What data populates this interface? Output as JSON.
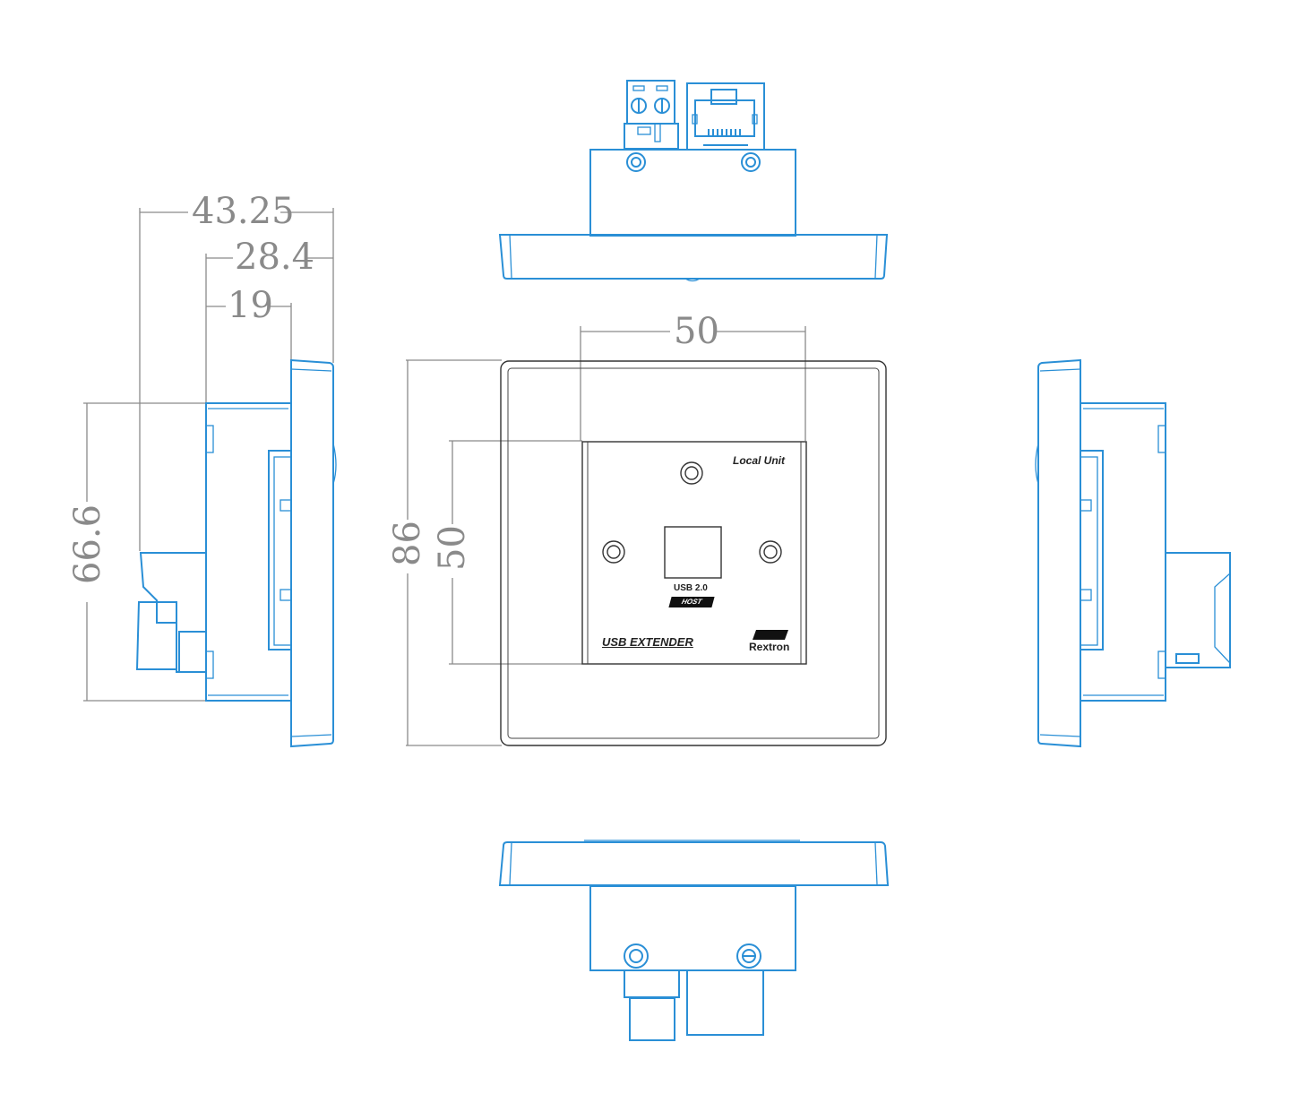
{
  "drawing": {
    "title": "USB Extender Local Unit wall plate - dimensional drawing",
    "colors": {
      "outline": "#2a8fd6",
      "dimension": "#8a8a8a",
      "front_outline": "#333333"
    },
    "dimensions": {
      "depth_total": "43.25",
      "depth_body": "28.4",
      "depth_module": "19",
      "height_body": "66.6",
      "plate_height": "86",
      "module_height": "50",
      "module_width": "50"
    },
    "front_panel": {
      "unit_label": "Local Unit",
      "port_label": "USB 2.0",
      "port_badge": "HOST",
      "product_label": "USB EXTENDER",
      "brand": "Rextron"
    },
    "views": [
      "top-view",
      "left-side-view",
      "front-view",
      "right-side-view",
      "bottom-view"
    ]
  }
}
